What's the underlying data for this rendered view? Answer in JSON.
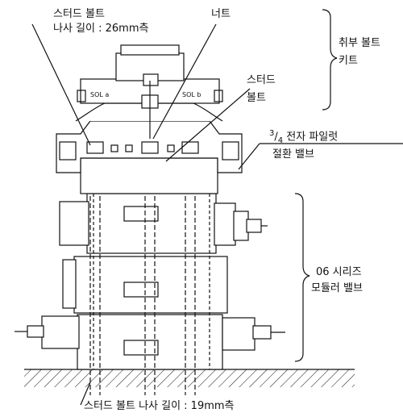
{
  "labels": {
    "stud_bolt_thread_top_line1": "스터드 볼트",
    "stud_bolt_thread_top_line2": "나사 길이 : 26mm측",
    "nut": "너트",
    "stud_bolt_line1": "스터드",
    "stud_bolt_line2": "볼트",
    "mounting_bolt_kit_line1": "취부 볼트",
    "mounting_bolt_kit_line2": "키트",
    "pilot_valve_fraction_num": "3",
    "pilot_valve_fraction_den": "4",
    "pilot_valve_line1": "전자 파일럿",
    "pilot_valve_line2": "절환 밸브",
    "modular_valve_line1": "06 시리즈",
    "modular_valve_line2": "모듈러 밸브",
    "stud_bolt_thread_bottom": "스터드 볼트 나사 길이 : 19mm측"
  },
  "solenoid_nameplates": [
    "SOL a",
    "SOL b"
  ],
  "colors": {
    "line": "#111111",
    "background": "#ffffff"
  }
}
